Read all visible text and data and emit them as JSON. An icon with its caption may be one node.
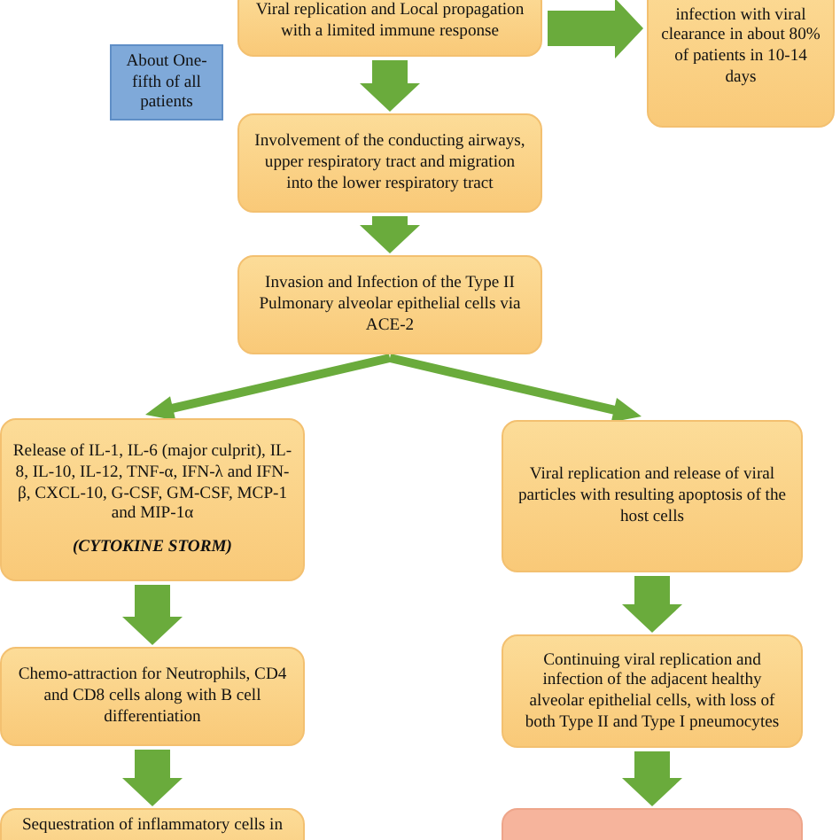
{
  "diagram": {
    "nodes": [
      {
        "text": [
          "Viral replication and Local propagation with a limited immune response"
        ]
      },
      {
        "text": [
          "infection with viral clearance in about 80% of patients in 10-14 days"
        ]
      },
      {
        "text": [
          "About One-fifth of all patients"
        ]
      },
      {
        "text": [
          "Involvement of the conducting airways, upper respiratory tract and migration into the lower respiratory tract"
        ]
      },
      {
        "text": [
          "Invasion and Infection of the Type II Pulmonary alveolar epithelial cells via ACE-2"
        ]
      },
      {
        "text": [
          "Release of IL-1, IL-6 (major culprit), IL-8, IL-10, IL-12, TNF-α, IFN-λ and IFN-β, CXCL-10, G-CSF, GM-CSF, MCP-1 and MIP-1α",
          "(CYTOKINE STORM)"
        ]
      },
      {
        "text": [
          "Viral replication and release of viral particles with resulting apoptosis of the host cells"
        ]
      },
      {
        "text": [
          "Chemo-attraction for Neutrophils, CD4 and CD8 cells along with B cell differentiation"
        ]
      },
      {
        "text": [
          "Continuing viral replication and infection of the adjacent healthy alveolar epithelial cells, with loss of both Type II and Type I pneumocytes"
        ]
      },
      {
        "text": [
          "Sequestration of inflammatory cells in"
        ]
      },
      {
        "text": [],
        "shape": "box"
      }
    ],
    "edges": [
      {
        "from": 0,
        "to": 1,
        "arrow": "to"
      },
      {
        "from": 0,
        "to": 3,
        "arrow": "to"
      },
      {
        "from": 3,
        "to": 4,
        "arrow": "to"
      },
      {
        "from": 4,
        "to": 5,
        "arrow": "to"
      },
      {
        "from": 4,
        "to": 6,
        "arrow": "to"
      },
      {
        "from": 5,
        "to": 7,
        "arrow": "to"
      },
      {
        "from": 7,
        "to": 9,
        "arrow": "to"
      },
      {
        "from": 6,
        "to": 8,
        "arrow": "to"
      },
      {
        "from": 8,
        "to": 10,
        "arrow": "to"
      }
    ]
  }
}
